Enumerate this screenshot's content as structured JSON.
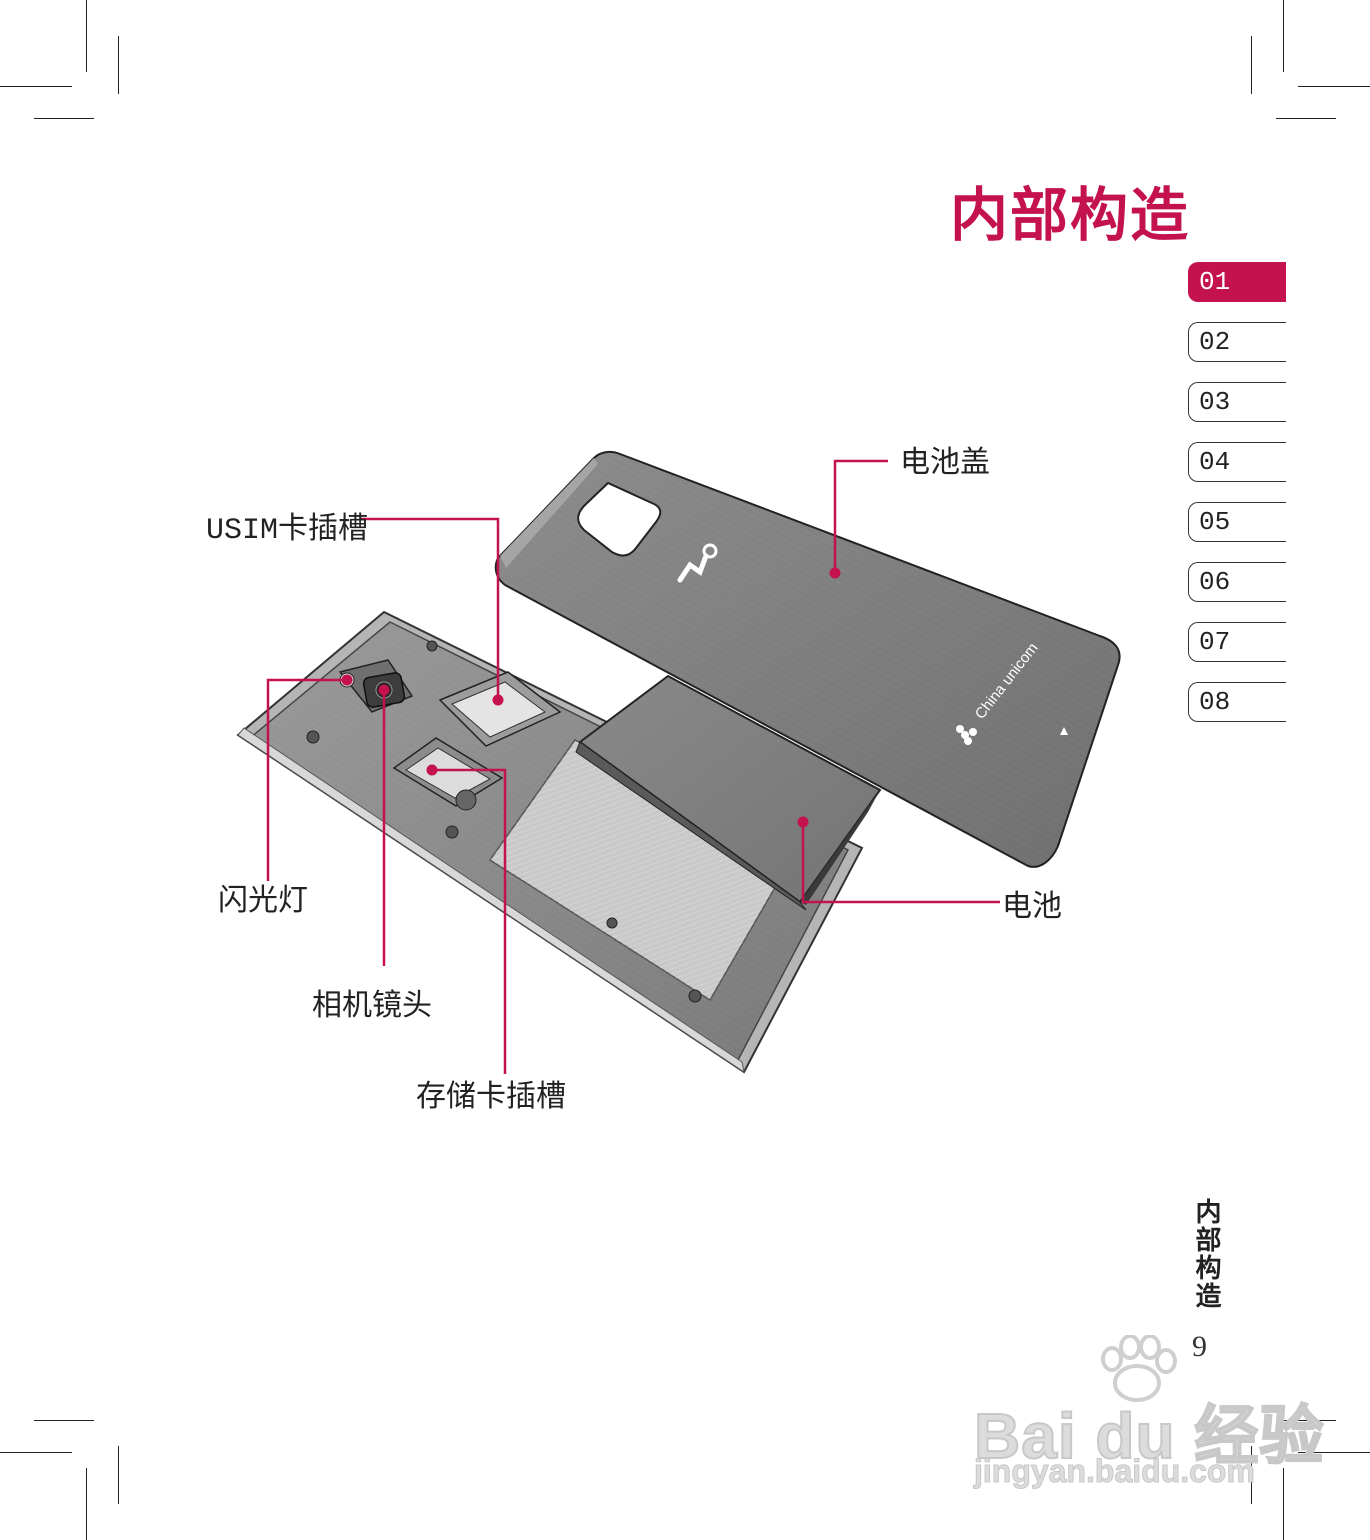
{
  "page": {
    "title": "内部构造",
    "side_title": "内部构造",
    "page_number": "9",
    "accent_color": "#c4124f"
  },
  "chapter_tabs": [
    {
      "label": "01",
      "active": true
    },
    {
      "label": "02",
      "active": false
    },
    {
      "label": "03",
      "active": false
    },
    {
      "label": "04",
      "active": false
    },
    {
      "label": "05",
      "active": false
    },
    {
      "label": "06",
      "active": false
    },
    {
      "label": "07",
      "active": false
    },
    {
      "label": "08",
      "active": false
    }
  ],
  "callouts": {
    "battery_cover": "电池盖",
    "usim_slot": "USIM卡插槽",
    "flash": "闪光灯",
    "battery": "电池",
    "camera_lens": "相机镜头",
    "memory_card_slot": "存储卡插槽"
  },
  "illustration": {
    "cover_brand": "China unicom"
  },
  "watermark": {
    "main": "Bai du 经验",
    "sub": "jingyan.baidu.com"
  }
}
